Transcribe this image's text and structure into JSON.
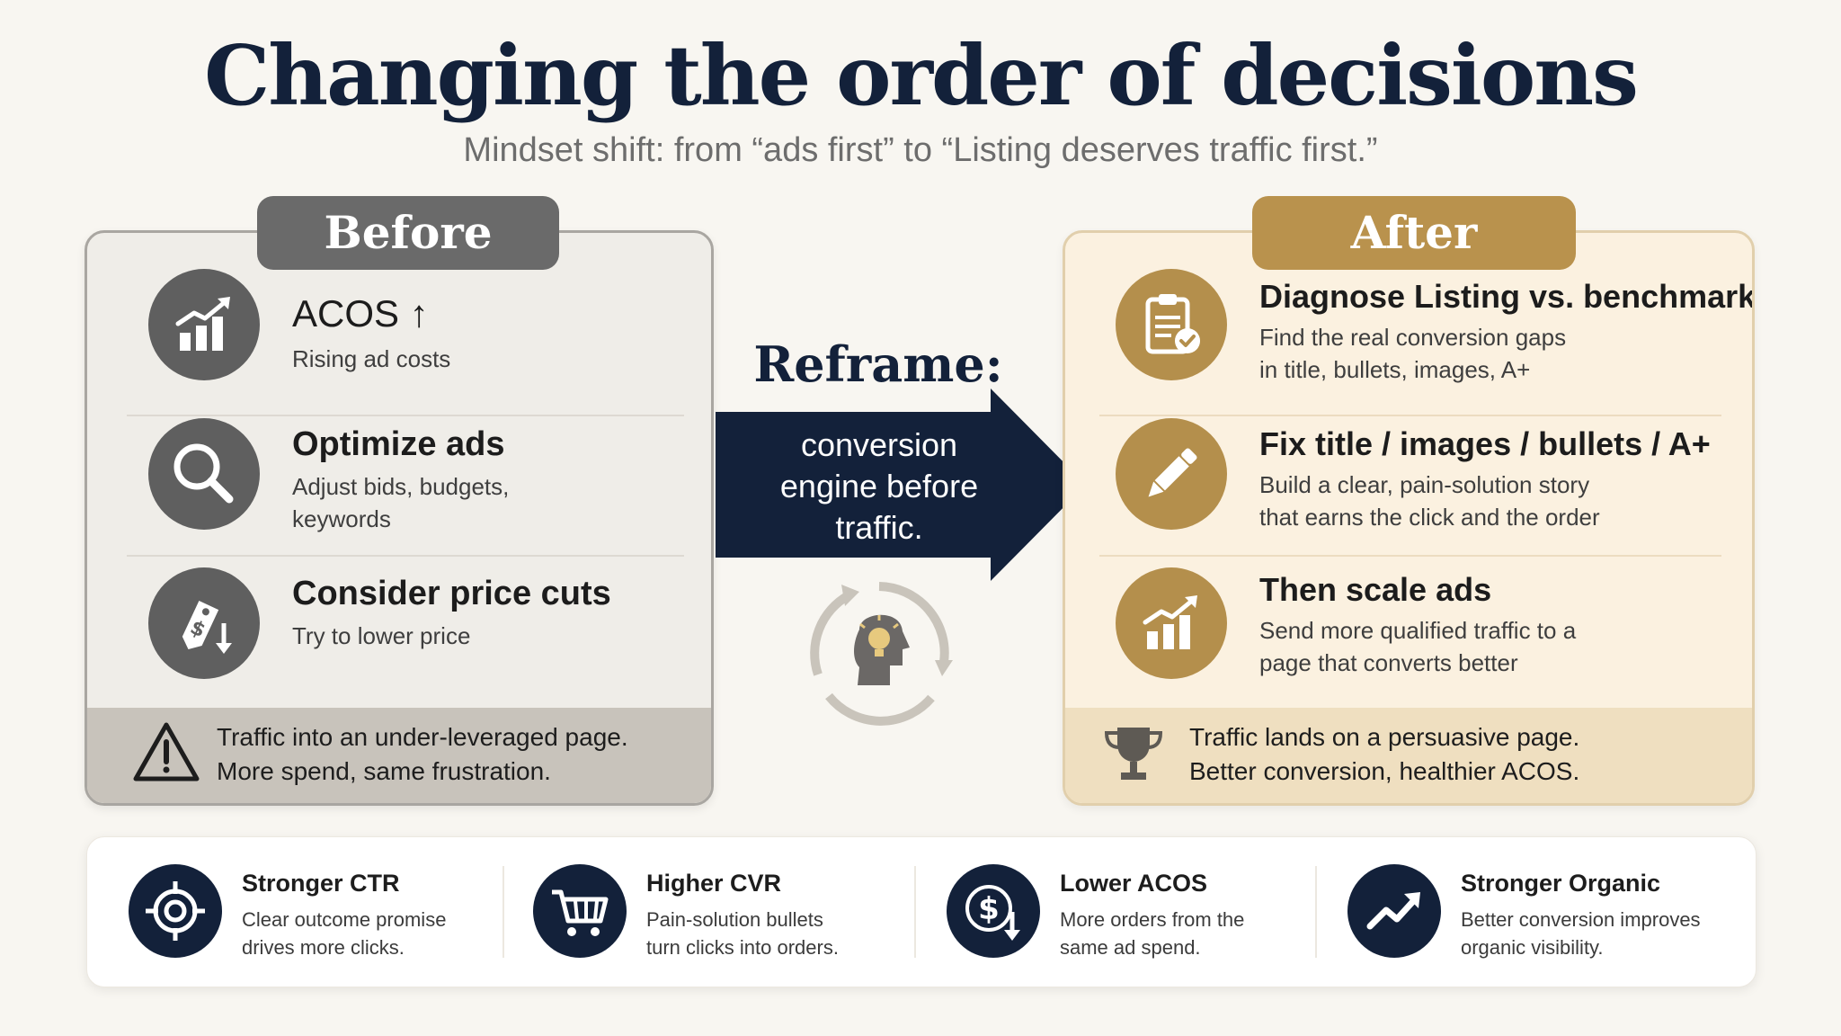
{
  "title": "Changing the order of decisions",
  "subtitle": "Mindset shift: from “ads first” to “Listing deserves traffic first.”",
  "before": {
    "tab_label": "Before",
    "items": [
      {
        "title": "ACOS ↑",
        "desc": "Rising ad costs",
        "icon": "rising-bar-chart-icon"
      },
      {
        "title": "Optimize ads",
        "desc": "Adjust bids, budgets,\nkeywords",
        "icon": "magnifier-icon"
      },
      {
        "title": "Consider price cuts",
        "desc": "Try to lower price",
        "icon": "price-tag-down-icon"
      }
    ],
    "footer": {
      "text": "Traffic into an under-leveraged page.\nMore spend, same frustration.",
      "icon": "warning-icon"
    }
  },
  "reframe": {
    "label": "Reframe:",
    "arrow_text": "conversion\nengine before\ntraffic.",
    "cycle_icon": "idea-cycle-icon"
  },
  "after": {
    "tab_label": "After",
    "items": [
      {
        "title": "Diagnose Listing vs. benchmark",
        "desc": "Find the real conversion gaps\nin title, bullets, images, A+",
        "icon": "clipboard-check-icon"
      },
      {
        "title": "Fix title / images / bullets / A+",
        "desc": "Build a clear, pain-solution story\nthat earns the click and the order",
        "icon": "pencil-icon"
      },
      {
        "title": "Then scale ads",
        "desc": "Send more qualified traffic to a\npage that converts better",
        "icon": "growth-chart-icon"
      }
    ],
    "footer": {
      "text": "Traffic lands on a persuasive page.\nBetter conversion, healthier ACOS.",
      "icon": "trophy-icon"
    }
  },
  "benefits": [
    {
      "title": "Stronger CTR",
      "desc": "Clear outcome promise\ndrives more clicks.",
      "icon": "target-icon"
    },
    {
      "title": "Higher CVR",
      "desc": "Pain-solution bullets\nturn clicks into orders.",
      "icon": "cart-icon"
    },
    {
      "title": "Lower ACOS",
      "desc": "More orders from the\nsame ad spend.",
      "icon": "dollar-down-icon"
    },
    {
      "title": "Stronger Organic",
      "desc": "Better conversion improves\norganic visibility.",
      "icon": "trend-up-icon"
    }
  ],
  "colors": {
    "navy": "#13213a",
    "gold": "#b48f4c",
    "gray": "#5f5f5f"
  }
}
